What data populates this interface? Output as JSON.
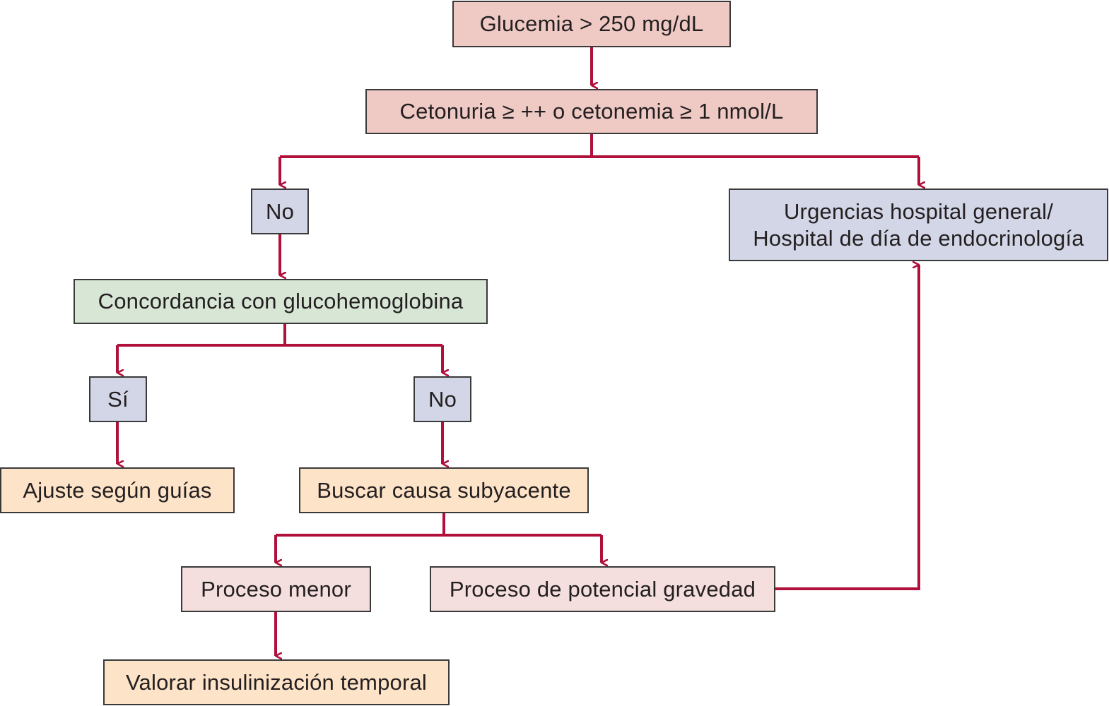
{
  "colors": {
    "connector": "#b0103a",
    "border": "#3a3a3a",
    "criterion_fill": "#efc9c4",
    "answer_fill": "#d2d6e6",
    "check_fill": "#d8e6d6",
    "action_fill": "#fde3c8",
    "process_fill": "#f5dfde"
  },
  "nodes": {
    "glucemia": "Glucemia > 250 mg/dL",
    "cetonuria": "Cetonuria ≥ ++ o cetonemia ≥ 1 nmol/L",
    "no_cetonuria": "No",
    "urgencias_line1": "Urgencias hospital general/",
    "urgencias_line2": "Hospital de día de endocrinología",
    "concordancia": "Concordancia con glucohemoglobina",
    "si": "Sí",
    "no_concordancia": "No",
    "ajuste": "Ajuste según guías",
    "buscar_causa": "Buscar causa subyacente",
    "proceso_menor": "Proceso menor",
    "proceso_gravedad": "Proceso de potencial gravedad",
    "valorar": "Valorar insulinización temporal"
  }
}
